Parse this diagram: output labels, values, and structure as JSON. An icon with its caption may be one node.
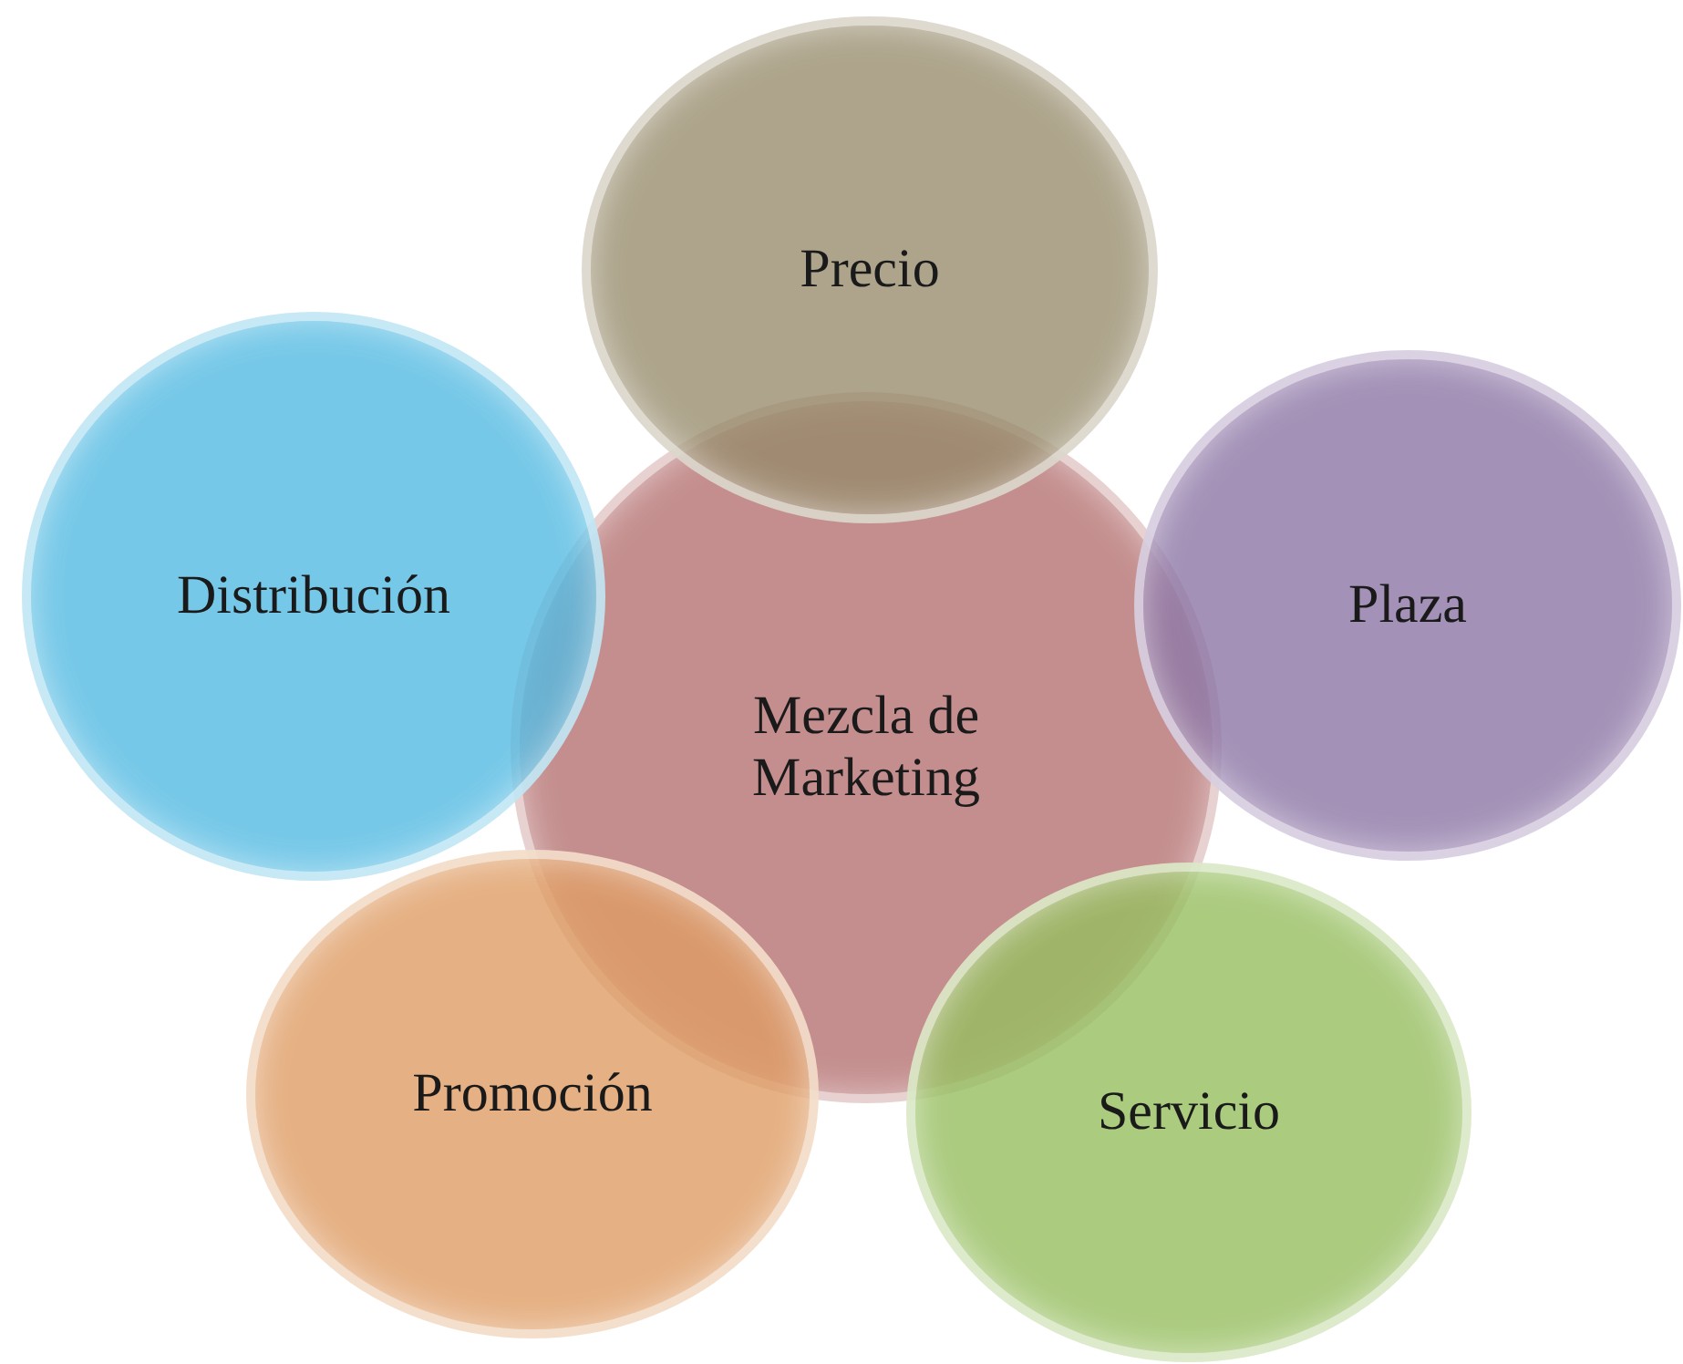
{
  "diagram": {
    "nodes": [
      {
        "text": [
          "Mezcla de Marketing"
        ]
      },
      {
        "text": [
          "Precio"
        ]
      },
      {
        "text": [
          "Plaza"
        ]
      },
      {
        "text": [
          "Servicio"
        ]
      },
      {
        "text": [
          "Promoción"
        ]
      },
      {
        "text": [
          "Distribución"
        ]
      }
    ]
  }
}
